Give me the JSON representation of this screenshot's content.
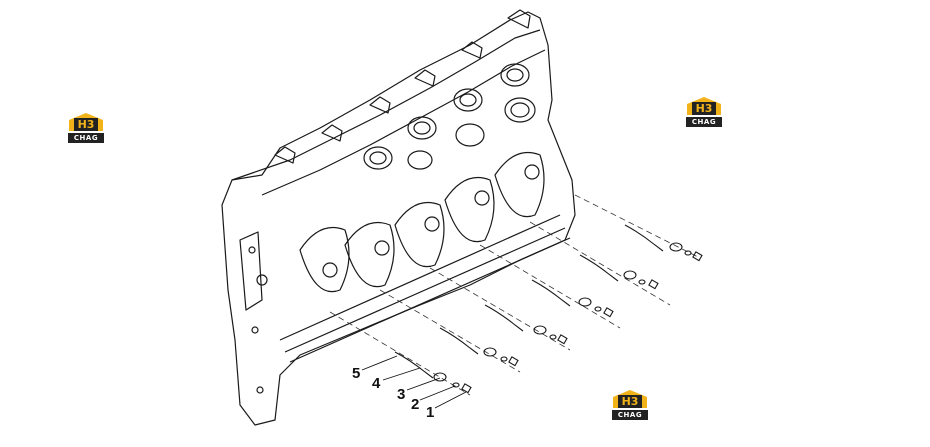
{
  "callouts": [
    {
      "label": "1"
    },
    {
      "label": "2"
    },
    {
      "label": "3"
    },
    {
      "label": "4"
    },
    {
      "label": "5"
    }
  ],
  "watermark": {
    "mark": "H3",
    "word": "CHAG",
    "colors": {
      "roof": "#f2b21a",
      "panel": "#222222",
      "text": "#ffffff"
    }
  },
  "icons": [
    "engine-block-drawing",
    "piston-cooling-nozzle-icon",
    "bolt-icon",
    "washer-icon"
  ]
}
